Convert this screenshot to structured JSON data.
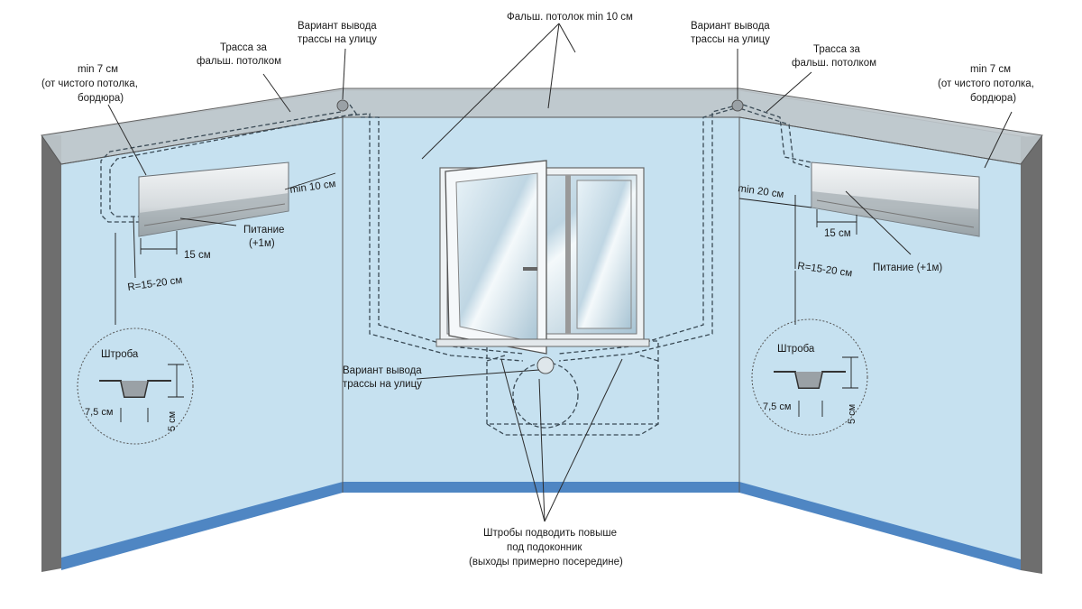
{
  "colors": {
    "wall": "#c6e1f0",
    "wall_edge": "#6e6e6e",
    "ceiling": "#bfc7cc",
    "baseboard": "#4f86c3",
    "line": "#2b2b2b"
  },
  "labels": {
    "false_ceiling_min": "Фальш. потолок min 10 см",
    "exit_option_left": [
      "Вариант вывода",
      "трассы на улицу"
    ],
    "exit_option_right": [
      "Вариант вывода",
      "трассы на улицу"
    ],
    "exit_option_center": [
      "Вариант вывода",
      "трассы на улицу"
    ],
    "route_left": [
      "Трасса за",
      "фальш. потолком"
    ],
    "route_right": [
      "Трасса за",
      "фальш. потолком"
    ],
    "min7_left": [
      "min 7 см",
      "(от чистого потолка,",
      "бордюра)"
    ],
    "min7_right": [
      "min 7 см",
      "(от чистого потолка,",
      "бордюра)"
    ],
    "min10": "min 10 см",
    "min20": "min 20 см",
    "power_left": [
      "Питание",
      "(+1м)"
    ],
    "power_right": "Питание (+1м)",
    "cm15_left": "15 см",
    "cm15_right": "15 см",
    "radius_left": "R=15-20 см",
    "radius_right": "R=15-20 см",
    "groove_left": "Штроба",
    "groove_right": "Штроба",
    "cm75_left": "7,5 см",
    "cm75_right": "7,5 см",
    "cm5_left": "5 см",
    "cm5_right": "5 см",
    "bottom_note": [
      "Штробы подводить повыше",
      "под подоконник",
      "(выходы примерно посередине)"
    ]
  }
}
